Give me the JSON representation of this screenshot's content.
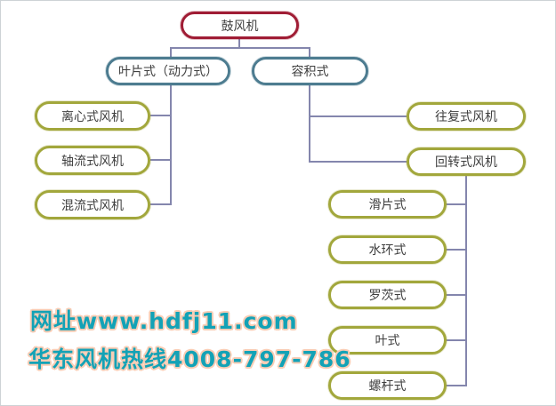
{
  "tree": {
    "root": "鼓风机",
    "branches": [
      {
        "label": "叶片式（动力式）",
        "children": [
          "离心式风机",
          "轴流式风机",
          "混流式风机"
        ]
      },
      {
        "label": "容积式",
        "children": [
          "往复式风机",
          "回转式风机"
        ],
        "rotary_children": [
          "滑片式",
          "水环式",
          "罗茨式",
          "叶式",
          "螺杆式"
        ]
      }
    ],
    "colors": {
      "root_border": "#a01d35",
      "branch_border": "#4d7c90",
      "leaf_border": "#a2a73c",
      "connector": "#8486ad",
      "node_text": "#3f3f3f"
    }
  },
  "watermark": {
    "line1": "网址www.hdfj11.com",
    "line2": "华东风机热线4008-797-786",
    "text_color": "#13a2b6",
    "outline_color": "#f9cdb5"
  }
}
